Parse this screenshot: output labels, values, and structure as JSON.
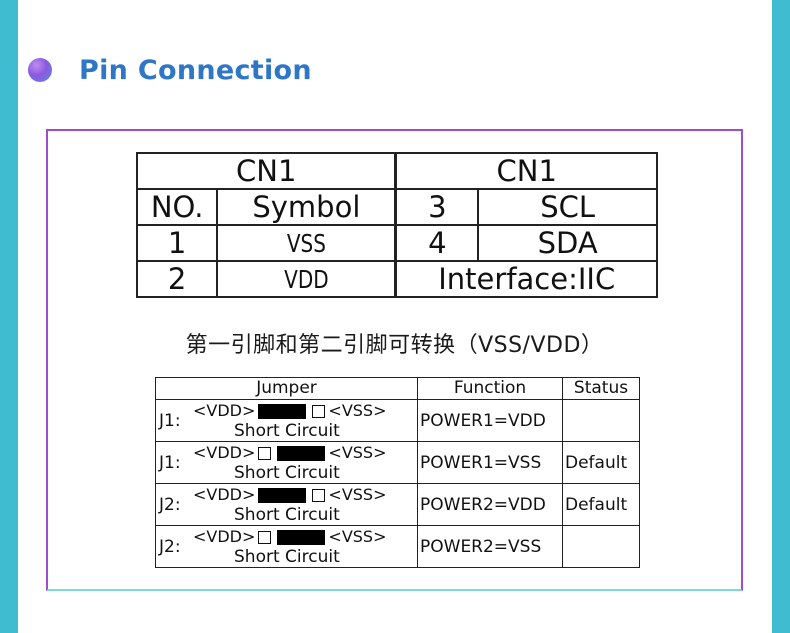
{
  "header": {
    "title": "Pin Connection"
  },
  "cn_table": {
    "left_header": "CN1",
    "right_header": "CN1",
    "col_no": "NO.",
    "col_symbol": "Symbol",
    "rows": [
      {
        "no": "1",
        "symbol": "VSS",
        "pin": "4",
        "signal": "SDA"
      },
      {
        "no": "2",
        "symbol": "VDD",
        "interface": "Interface:IIC"
      }
    ],
    "pin3": "3",
    "pin3_signal": "SCL"
  },
  "caption": "第一引脚和第二引脚可转换（VSS/VDD）",
  "jumper_table": {
    "headers": {
      "jumper": "Jumper",
      "function": "Function",
      "status": "Status"
    },
    "vdd": "<VDD>",
    "vss": "<VSS>",
    "short": "Short Circuit",
    "rows": [
      {
        "id": "J1:",
        "function": "POWER1=VDD",
        "status": ""
      },
      {
        "id": "J1:",
        "function": "POWER1=VSS",
        "status": "Default"
      },
      {
        "id": "J2:",
        "function": "POWER2=VDD",
        "status": "Default"
      },
      {
        "id": "J2:",
        "function": "POWER2=VSS",
        "status": ""
      }
    ]
  },
  "colors": {
    "side_bar": "#3fbccf",
    "title": "#2f76c7",
    "frame": "#a24cc9"
  }
}
